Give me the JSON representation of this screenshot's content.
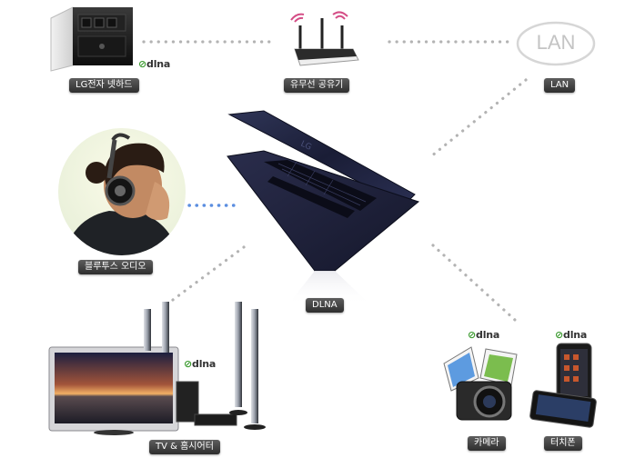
{
  "nodes": {
    "nas": {
      "label": "LG전자 넷하드",
      "badge": "dlna"
    },
    "router": {
      "label": "유무선 공유기"
    },
    "lan": {
      "label": "LAN",
      "cloud_text": "LAN"
    },
    "headphones": {
      "label": "블루투스 오디오"
    },
    "laptop": {
      "label": "DLNA"
    },
    "tv": {
      "label": "TV & 홈시어터",
      "badge": "dlna"
    },
    "camera": {
      "label": "카메라",
      "badge": "dlna"
    },
    "phone": {
      "label": "터치폰",
      "badge": "dlna"
    }
  },
  "colors": {
    "dotted_gray": "#b3b3b3",
    "dotted_blue": "#5b8ee0",
    "label_bg": "#3a3a3a",
    "dlna_green": "#3a9a2e",
    "laptop_body": "#1c1f3b"
  },
  "icons": {
    "nas": "nas-drive-icon",
    "router": "wifi-router-icon",
    "lan": "lan-cloud-icon",
    "person": "headphone-user-icon",
    "laptop": "laptop-icon",
    "tv": "tv-icon",
    "speakers": "speaker-icon",
    "camera": "camera-icon",
    "phone": "touch-phone-icon"
  }
}
